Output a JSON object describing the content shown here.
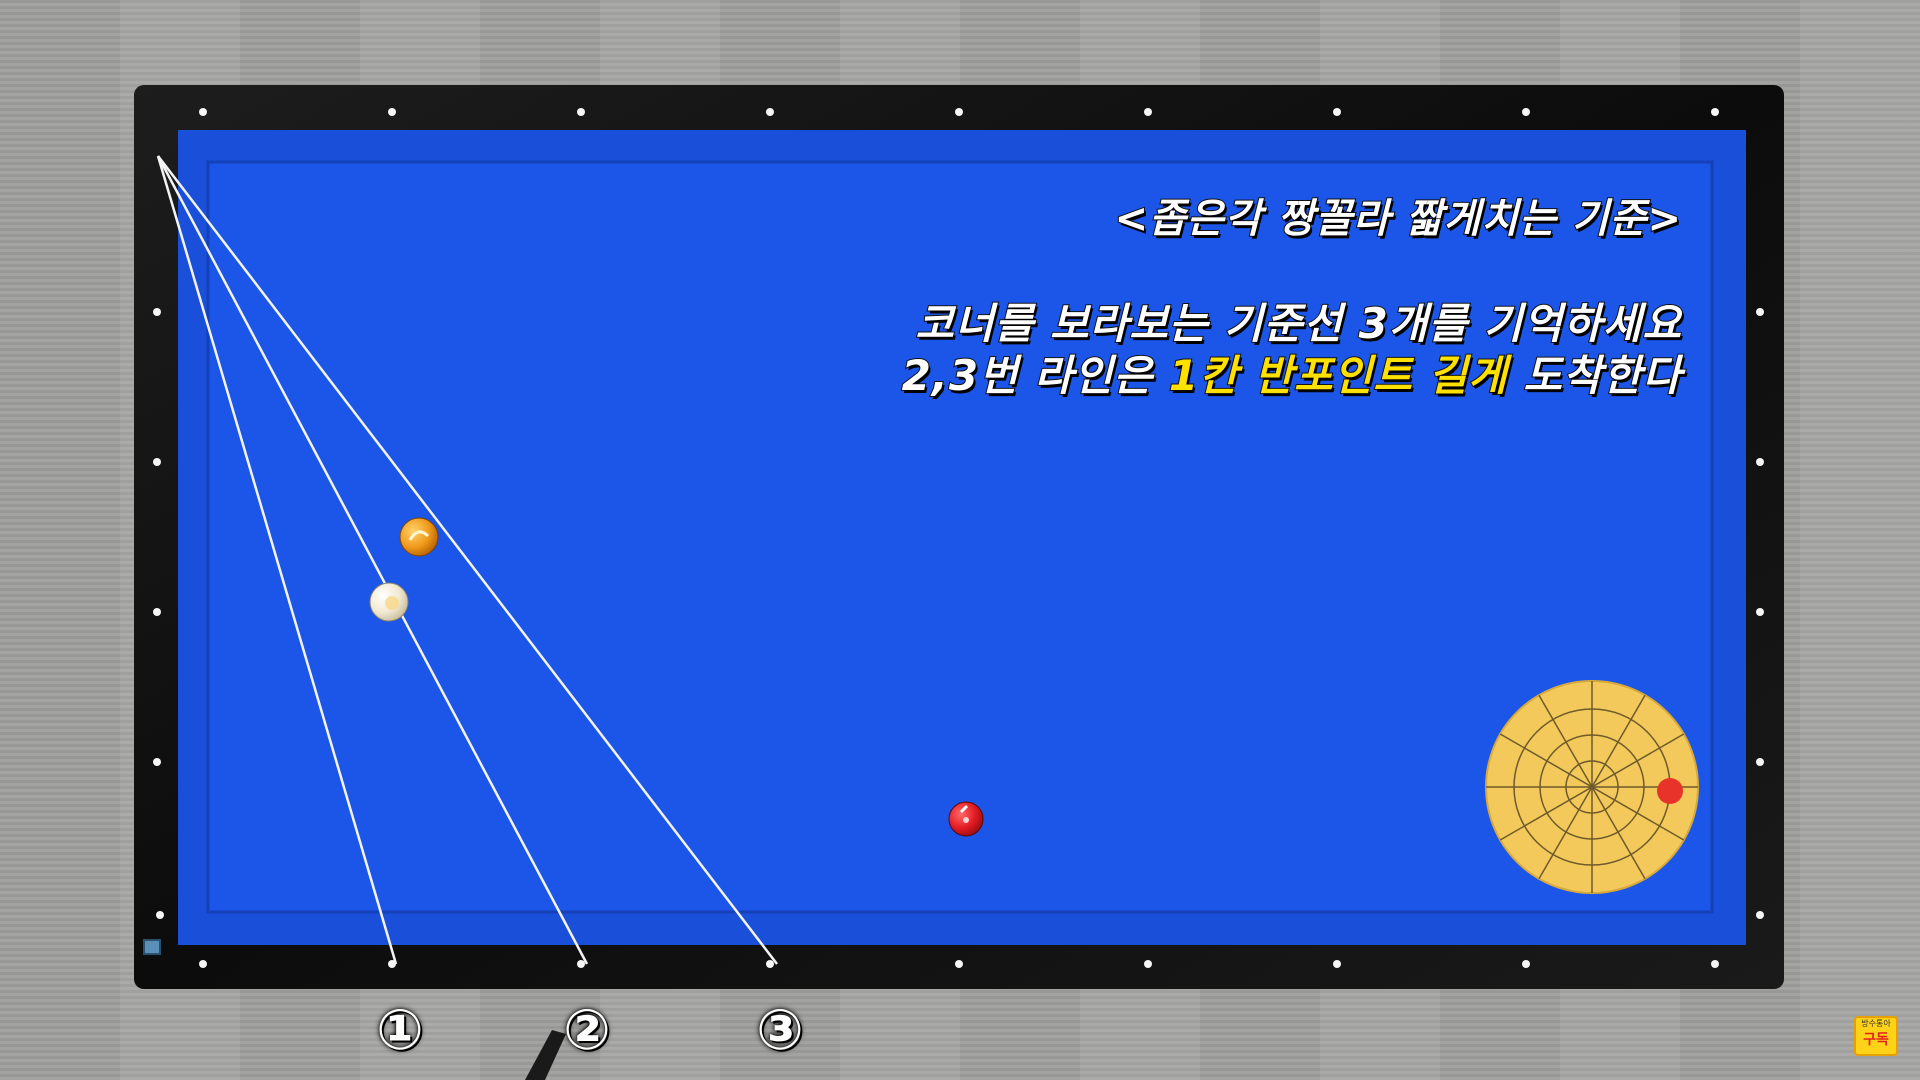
{
  "captions": {
    "title": "<좁은각 짱꼴라 짧게치는 기준>",
    "line1": "코너를 보라보는 기준선 3개를 기억하세요",
    "line2_prefix": "2,3번 라인은 ",
    "line2_highlight": "1칸 반포인트 길게",
    "line2_suffix": " 도착한다"
  },
  "markers": [
    "①",
    "②",
    "③"
  ],
  "badge": {
    "top": "방수통아",
    "bottom": "구독"
  },
  "colors": {
    "cloth": "#1b56e8",
    "frame": "#141414",
    "highlight": "#ffe100",
    "aim_disc": "#f2c95a",
    "aim_dot": "#e8332a"
  },
  "balls": [
    {
      "name": "orange-ball",
      "color": "#f09a1c"
    },
    {
      "name": "white-ball",
      "color": "#f3efe0"
    },
    {
      "name": "red-ball",
      "color": "#e31b23"
    }
  ]
}
